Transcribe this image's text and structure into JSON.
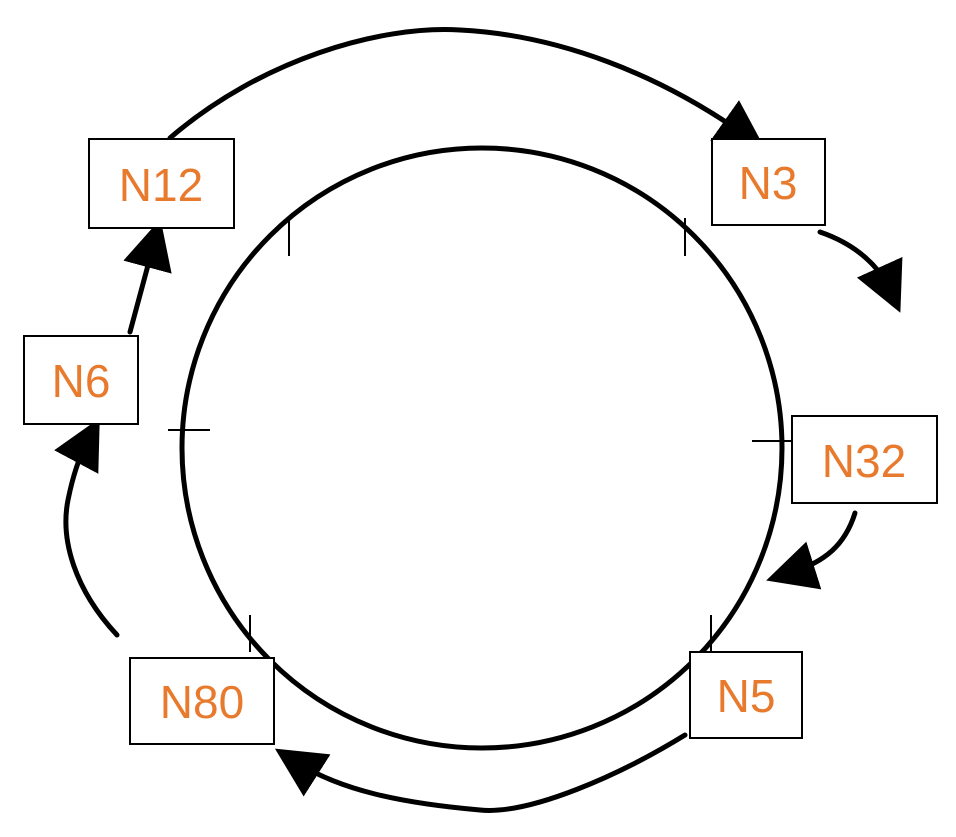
{
  "colors": {
    "label": "#E87A2E",
    "stroke": "#000000",
    "background": "#FFFFFF"
  },
  "nodes": {
    "n12": "N12",
    "n3": "N3",
    "n6": "N6",
    "n32": "N32",
    "n80": "N80",
    "n5": "N5"
  }
}
